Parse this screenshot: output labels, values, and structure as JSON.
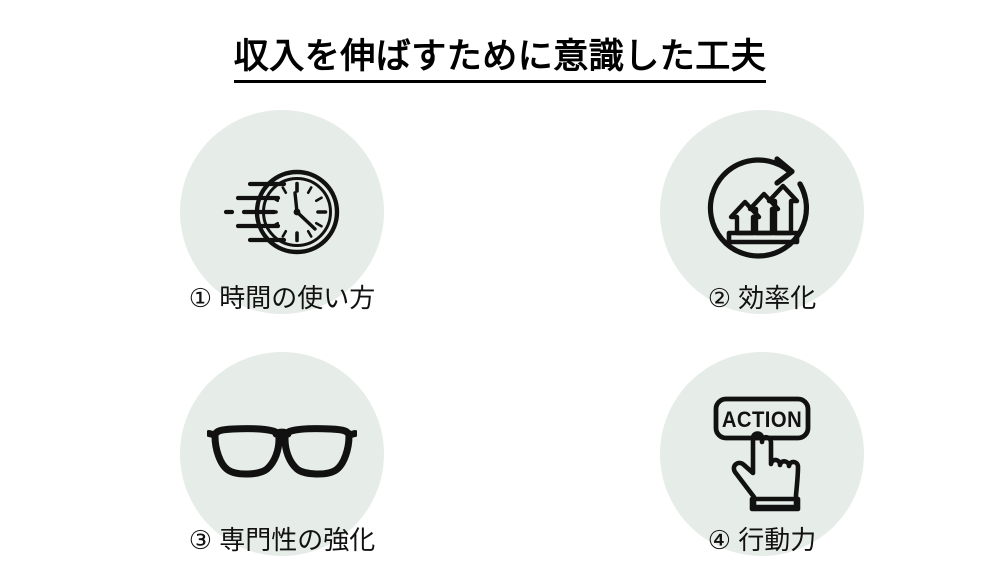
{
  "slide": {
    "title": "収入を伸ばすために意識した工夫",
    "background_color": "#ffffff",
    "title_color": "#000000",
    "circle_color": "#e6ece8",
    "icon_color": "#111111"
  },
  "items": [
    {
      "number": "①",
      "label": "時間の使い方",
      "caption": "① 時間の使い方",
      "icon": "speed-clock-icon"
    },
    {
      "number": "②",
      "label": "効率化",
      "caption": "② 効率化",
      "icon": "growth-arrows-cycle-icon"
    },
    {
      "number": "③",
      "label": "専門性の強化",
      "caption": "③ 専門性の強化",
      "icon": "eyeglasses-icon"
    },
    {
      "number": "④",
      "label": "行動力",
      "caption": "④ 行動力",
      "icon": "action-button-hand-icon",
      "icon_text": "ACTION"
    }
  ]
}
